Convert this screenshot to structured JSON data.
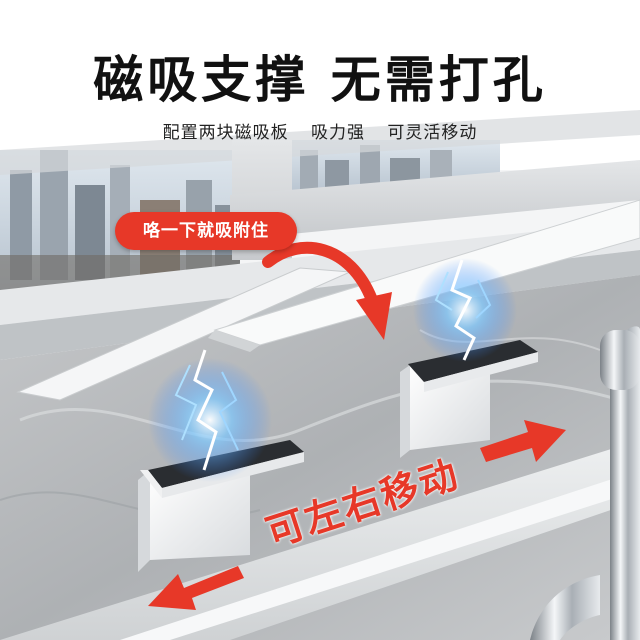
{
  "headline": "磁吸支撑 无需打孔",
  "features": [
    "配置两块磁吸板",
    "吸力强",
    "可灵活移动"
  ],
  "badge": "咯一下就吸附住",
  "move_caption": "可左右移动",
  "colors": {
    "accent_red": "#e73828",
    "headline_text": "#111111",
    "countertop": "#b9bcbf",
    "glow": "#3aa7ff"
  },
  "icons": [
    "curved-arrow-icon",
    "right-arrow-icon",
    "left-arrow-icon",
    "lightning-icon"
  ]
}
